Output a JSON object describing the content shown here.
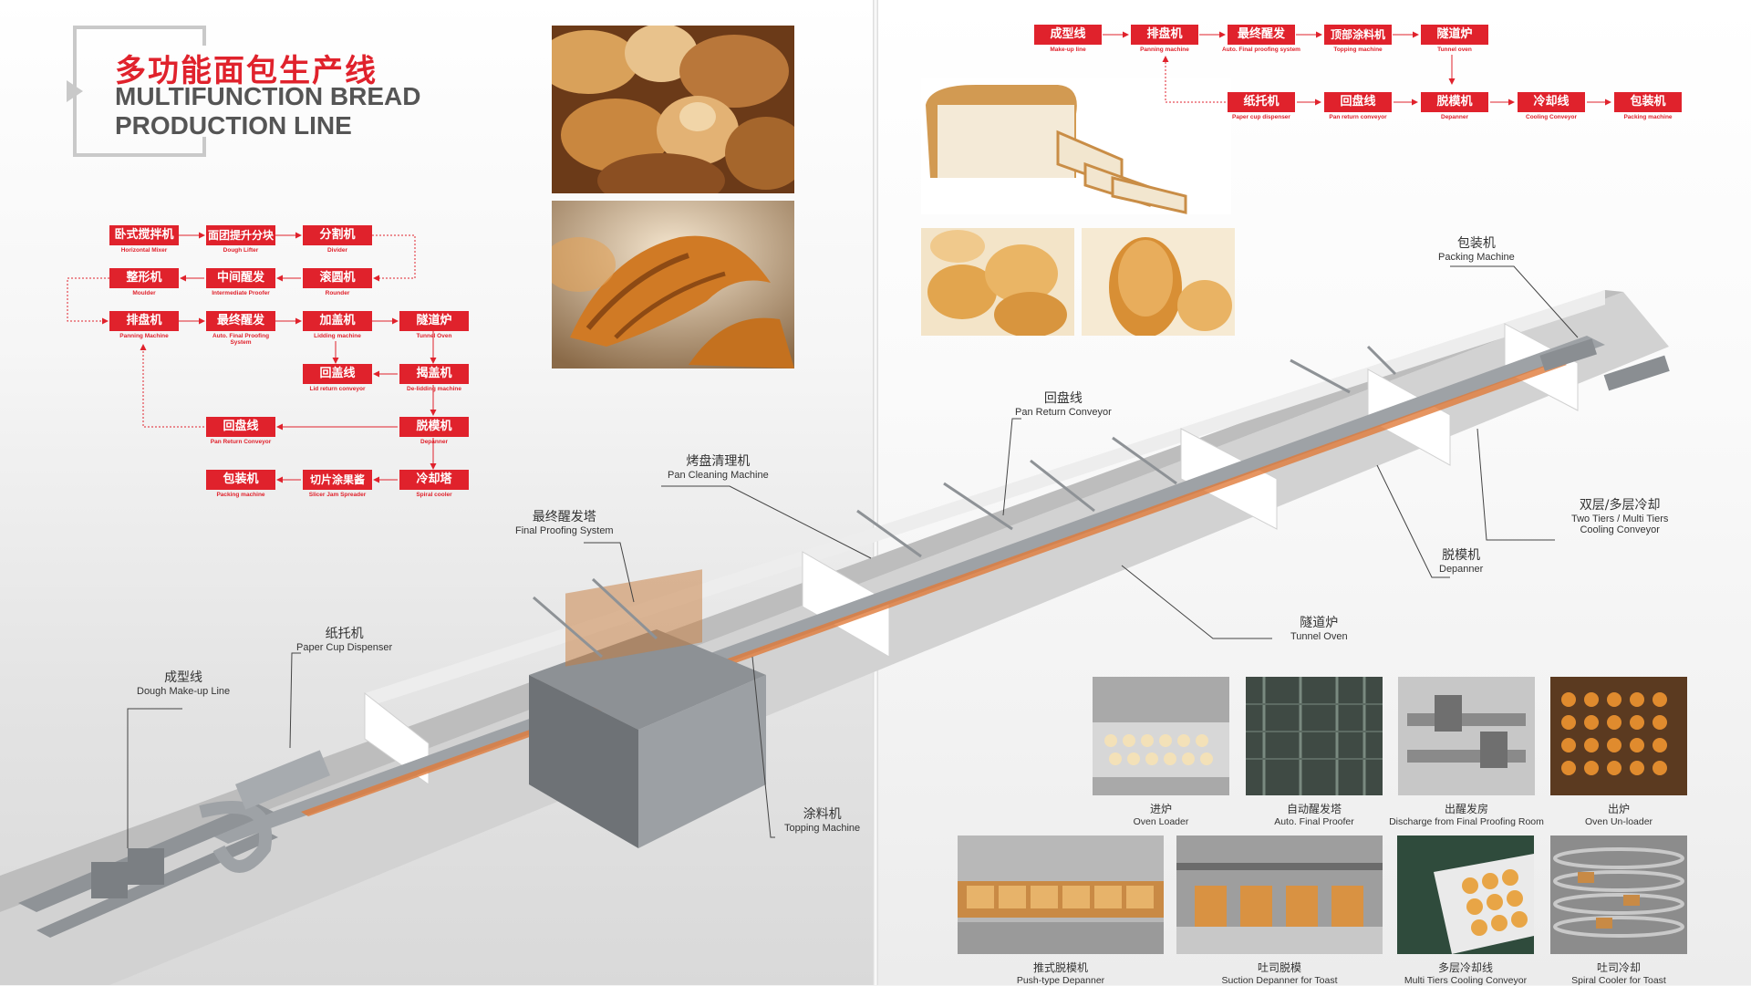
{
  "title": {
    "cn": "多功能面包生产线",
    "en_line1": "MULTIFUNCTION BREAD",
    "en_line2": "PRODUCTION LINE"
  },
  "left_flow": [
    {
      "cn": "卧式搅拌机",
      "en": "Horizontal Mixer"
    },
    {
      "cn": "面团提升分块",
      "en": "Dough Lifter"
    },
    {
      "cn": "分割机",
      "en": "Divider"
    },
    {
      "cn": "整形机",
      "en": "Moulder"
    },
    {
      "cn": "中间醒发",
      "en": "Intermediate Proofer"
    },
    {
      "cn": "滚圆机",
      "en": "Rounder"
    },
    {
      "cn": "排盘机",
      "en": "Panning Machine"
    },
    {
      "cn": "最终醒发",
      "en": "Auto. Final Proofing System"
    },
    {
      "cn": "加盖机",
      "en": "Lidding machine"
    },
    {
      "cn": "隧道炉",
      "en": "Tunnel Oven"
    },
    {
      "cn": "回盖线",
      "en": "Lid return conveyor"
    },
    {
      "cn": "揭盖机",
      "en": "De-lidding machine"
    },
    {
      "cn": "回盘线",
      "en": "Pan Return Conveyor"
    },
    {
      "cn": "脱模机",
      "en": "Depanner"
    },
    {
      "cn": "包装机",
      "en": "Packing machine"
    },
    {
      "cn": "切片涂果酱",
      "en": "Slicer Jam Spreader"
    },
    {
      "cn": "冷却塔",
      "en": "Spiral cooler"
    }
  ],
  "right_flow": [
    {
      "cn": "成型线",
      "en": "Make-up line"
    },
    {
      "cn": "排盘机",
      "en": "Panning machine"
    },
    {
      "cn": "最终醒发",
      "en": "Auto. Final proofing system"
    },
    {
      "cn": "顶部涂料机",
      "en": "Topping machine"
    },
    {
      "cn": "隧道炉",
      "en": "Tunnel oven"
    },
    {
      "cn": "纸托机",
      "en": "Paper cup dispenser"
    },
    {
      "cn": "回盘线",
      "en": "Pan return conveyor"
    },
    {
      "cn": "脱模机",
      "en": "Depanner"
    },
    {
      "cn": "冷却线",
      "en": "Cooling Conveyor"
    },
    {
      "cn": "包装机",
      "en": "Packing machine"
    }
  ],
  "line_labels": {
    "makeup": {
      "cn": "成型线",
      "en": "Dough Make-up Line"
    },
    "paper_cup": {
      "cn": "纸托机",
      "en": "Paper Cup Dispenser"
    },
    "final_proof": {
      "cn": "最终醒发塔",
      "en": "Final Proofing System"
    },
    "pan_clean": {
      "cn": "烤盘清理机",
      "en": "Pan Cleaning Machine"
    },
    "pan_return": {
      "cn": "回盘线",
      "en": "Pan Return Conveyor"
    },
    "packing": {
      "cn": "包装机",
      "en": "Packing Machine"
    },
    "cooling": {
      "cn": "双层/多层冷却",
      "en1": "Two Tiers / Multi Tiers",
      "en2": "Cooling Conveyor"
    },
    "depanner": {
      "cn": "脱模机",
      "en": "Depanner"
    },
    "tunnel_oven": {
      "cn": "隧道炉",
      "en": "Tunnel Oven"
    },
    "topping": {
      "cn": "涂料机",
      "en": "Topping Machine"
    }
  },
  "thumbs": [
    {
      "cn": "进炉",
      "en": "Oven Loader"
    },
    {
      "cn": "自动醒发塔",
      "en": "Auto. Final Proofer"
    },
    {
      "cn": "出醒发房",
      "en": "Discharge from Final Proofing Room"
    },
    {
      "cn": "出炉",
      "en": "Oven Un-loader"
    },
    {
      "cn": "推式脱模机",
      "en": "Push-type Depanner"
    },
    {
      "cn": "吐司脱模",
      "en": "Suction Depanner for Toast"
    },
    {
      "cn": "多层冷却线",
      "en": "Multi Tiers Cooling Conveyor"
    },
    {
      "cn": "吐司冷却",
      "en": "Spiral Cooler for Toast"
    }
  ],
  "colors": {
    "accent": "#e0222c",
    "machine": "#b9bcbf",
    "wall": "#ffffff",
    "floor": "#cfcfcf"
  }
}
